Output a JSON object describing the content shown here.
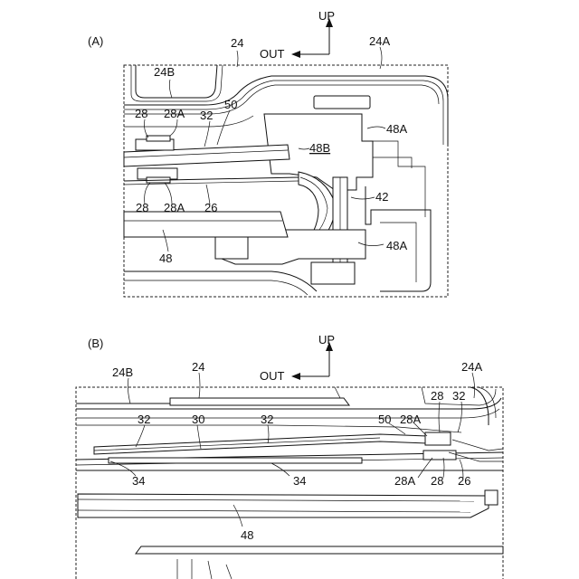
{
  "view_a": {
    "caption": "(A)",
    "direction": {
      "up": "UP",
      "out": "OUT"
    },
    "labels": {
      "l24": "24",
      "l24a": "24A",
      "l24b": "24B",
      "l28_top": "28",
      "l28a_top": "28A",
      "l32": "32",
      "l50": "50",
      "l48a_top": "48A",
      "l48b": "48B",
      "l28_bot": "28",
      "l28a_bot": "28A",
      "l26": "26",
      "l42": "42",
      "l48a_bot": "48A",
      "l48": "48"
    }
  },
  "view_b": {
    "caption": "(B)",
    "direction": {
      "up": "UP",
      "out": "OUT"
    },
    "labels": {
      "l24b": "24B",
      "l24": "24",
      "l24a": "24A",
      "l28_top": "28",
      "l32_top_r": "32",
      "l32_l": "32",
      "l30": "30",
      "l32_m": "32",
      "l50": "50",
      "l28a_top": "28A",
      "l34_l": "34",
      "l34_m": "34",
      "l28a_bot": "28A",
      "l28_bot": "28",
      "l26": "26",
      "l48": "48"
    }
  }
}
